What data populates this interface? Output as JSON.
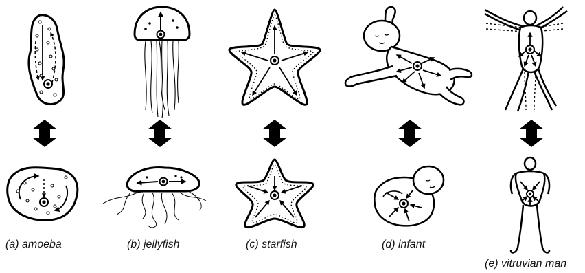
{
  "figure": {
    "panels": [
      {
        "id": "amoeba",
        "caption": "(a) amoeba"
      },
      {
        "id": "jellyfish",
        "caption": "(b) jellyfish"
      },
      {
        "id": "starfish",
        "caption": "(c) starfish"
      },
      {
        "id": "infant",
        "caption": "(d) infant"
      },
      {
        "id": "vitruvian-man",
        "caption": "(e) vitruvian man"
      }
    ],
    "colors": {
      "ink": "#000000",
      "paper": "#ffffff"
    }
  }
}
